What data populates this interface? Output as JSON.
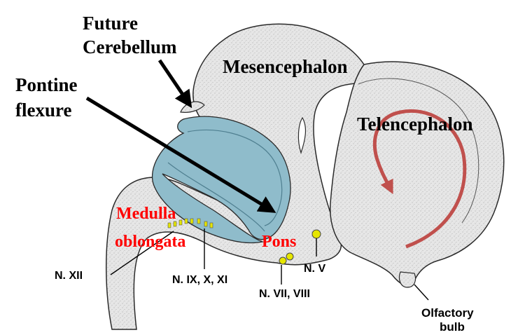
{
  "labels": {
    "future_cerebellum_line1": "Future",
    "future_cerebellum_line2": "Cerebellum",
    "pontine_flexure_line1": "Pontine",
    "pontine_flexure_line2": "flexure",
    "mesencephalon": "Mesencephalon",
    "telencephalon": "Telencephalon",
    "medulla_line1": "Medulla",
    "medulla_line2": "oblongata",
    "pons": "Pons",
    "n_xii": "N. XII",
    "n_ix_x_xi": "N. IX, X, XI",
    "n_vii_viii": "N. VII, VIII",
    "n_v": "N. V",
    "olfactory_line1": "Olfactory",
    "olfactory_line2": "bulb"
  },
  "colors": {
    "tissue_fill": "#e4e4e4",
    "tissue_stroke": "#2a2a2a",
    "ventricle_blue": "#8fbccb",
    "ventricle_dark": "#4f7f90",
    "arrow_curve": "#c0504d",
    "highlight_red": "#ff0000",
    "nerve_yellow": "#e6e600",
    "text_black": "#000000"
  }
}
